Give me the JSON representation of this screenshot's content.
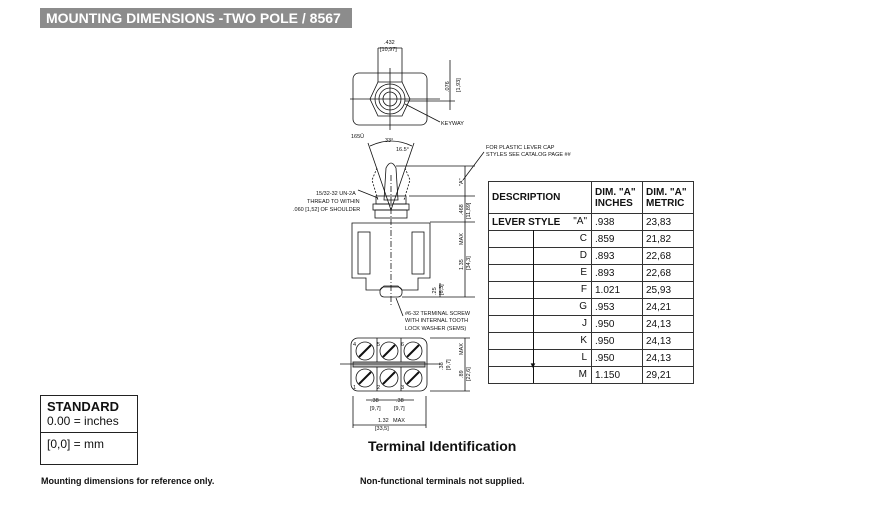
{
  "title": "MOUNTING DIMENSIONS -TWO POLE / 8567",
  "drawing": {
    "top_width_in": ".432",
    "top_width_mm": "[10,97]",
    "keyway_offset_in": ".076",
    "keyway_offset_mm": "[1,93]",
    "keyway": "KEYWAY",
    "angle_total": "33°",
    "angle_half": "16.5°",
    "angle_label": "165Û",
    "plastic_cap_note_1": "FOR PLASTIC LEVER CAP",
    "plastic_cap_note_2": "STYLES SEE CATALOG PAGE ##",
    "dim_a": "\"A\"",
    "thread_note_1": "15/32-32 UN-2A",
    "thread_note_2": "THREAD TO WITHIN",
    "thread_note_3": ".060 [1,52] OF SHOULDER",
    "bushing_in": ".468",
    "bushing_mm": "[11,89]",
    "body_height_in": "1.35",
    "body_height_mm": "[34,3]",
    "max": "MAX",
    "terminal_in": ".25",
    "terminal_mm": "[6,3]",
    "screw_note_1": "#6-32 TERMINAL SCREW",
    "screw_note_2": "WITH INTERNAL TOOTH",
    "screw_note_3": "LOCK WASHER (SEMS)",
    "term_spacing_in": ".38",
    "term_spacing_mm": "[9,7]",
    "bottom_height_in": ".89",
    "bottom_height_mm": "[22,6]",
    "bottom_width_in": "1.32",
    "bottom_width_mm": "[33,5]",
    "terminal_numbers": [
      "4",
      "5",
      "6",
      "1",
      "2",
      "3"
    ]
  },
  "table": {
    "headers": [
      "DESCRIPTION",
      "DIM. \"A\" INCHES",
      "DIM. \"A\" METRIC"
    ],
    "lever_style": "LEVER STYLE",
    "rows": [
      {
        "style": "\"A\"",
        "inches": ".938",
        "metric": "23,83"
      },
      {
        "style": "C",
        "inches": ".859",
        "metric": "21,82"
      },
      {
        "style": "D",
        "inches": ".893",
        "metric": "22,68"
      },
      {
        "style": "E",
        "inches": ".893",
        "metric": "22,68"
      },
      {
        "style": "F",
        "inches": "1.021",
        "metric": "25,93"
      },
      {
        "style": "G",
        "inches": ".953",
        "metric": "24,21"
      },
      {
        "style": "J",
        "inches": ".950",
        "metric": "24,13"
      },
      {
        "style": "K",
        "inches": ".950",
        "metric": "24,13"
      },
      {
        "style": "L",
        "inches": ".950",
        "metric": "24,13"
      },
      {
        "style": "M",
        "inches": "1.150",
        "metric": "29,21"
      }
    ]
  },
  "standard": {
    "title": "STANDARD",
    "inches": "0.00 = inches",
    "mm": "[0,0] = mm"
  },
  "terminal_identification": "Terminal Identification",
  "footer_left": "Mounting dimensions for reference only.",
  "footer_right": "Non-functional terminals not supplied."
}
